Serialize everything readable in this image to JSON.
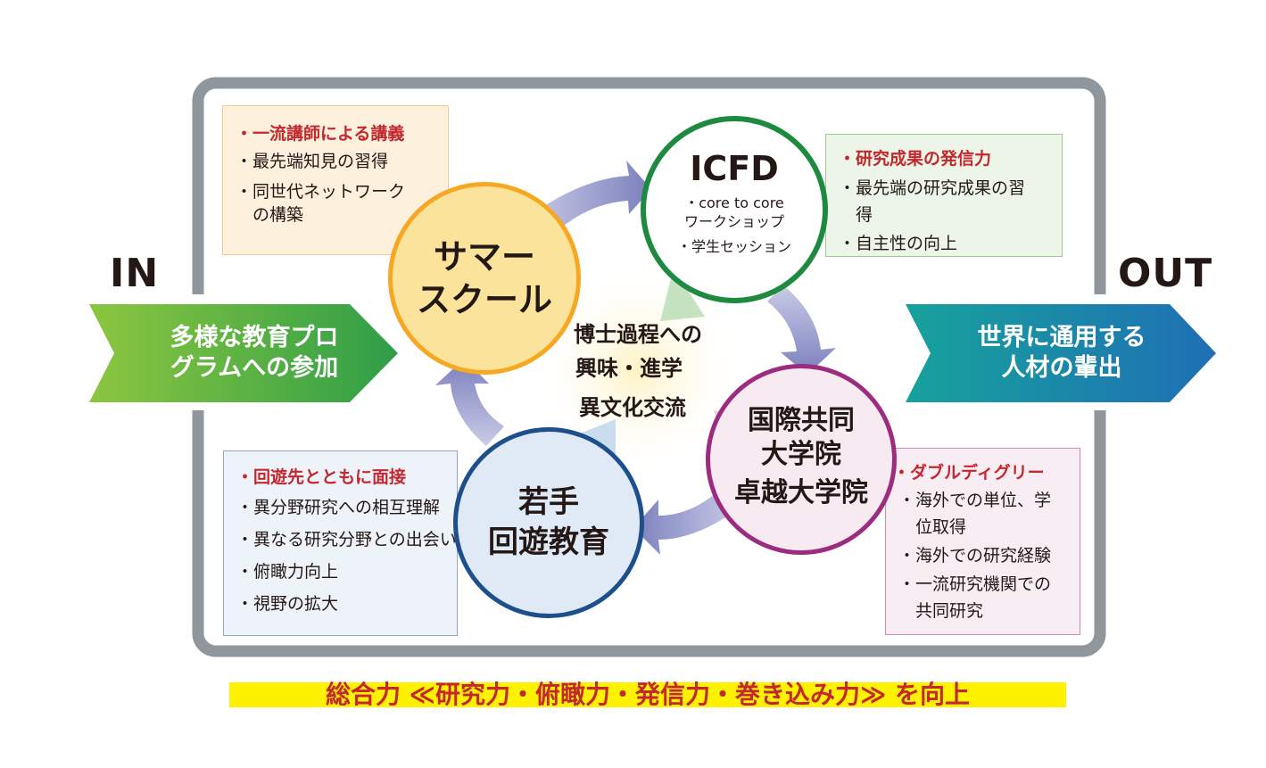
{
  "in_label": "IN",
  "out_label": "OUT",
  "in_arrow": {
    "lines": [
      "多様な教育プロ",
      "グラムへの参加"
    ]
  },
  "out_arrow": {
    "lines": [
      "世界に通用する",
      "人材の輩出"
    ]
  },
  "circles": {
    "summer": {
      "title_lines": [
        "サマー",
        "スクール"
      ]
    },
    "icfd": {
      "title": "ICFD",
      "items": [
        "・core to core",
        "ワークショップ",
        "・学生セッション"
      ]
    },
    "joint": {
      "title_lines": [
        "国際共同",
        "大学院",
        "卓越大学院"
      ]
    },
    "young": {
      "title_lines": [
        "若手",
        "回遊教育"
      ]
    }
  },
  "center": {
    "lines": [
      "博士過程への",
      "興味・進学",
      "異文化交流"
    ]
  },
  "boxes": {
    "top_left": {
      "head": "・一流講師による講義",
      "items": [
        "・最先端知見の習得",
        "・同世代ネットワーク",
        "　の構築"
      ]
    },
    "top_right": {
      "head": "・研究成果の発信力",
      "items": [
        "・最先端の研究成果の習",
        "　得",
        "・自主性の向上"
      ]
    },
    "bottom_left": {
      "head": "・回遊先とともに面接",
      "items": [
        "・異分野研究への相互理解",
        "・異なる研究分野との出会い",
        "・俯瞰力向上",
        "・視野の拡大"
      ]
    },
    "bottom_right": {
      "head": "・ダブルディグリー",
      "items": [
        "・海外での単位、学",
        "　位取得",
        "・海外での研究経験",
        "・一流研究機関での",
        "　共同研究"
      ]
    }
  },
  "bottom_text": "総合力 ≪研究力・俯瞰力・発信力・巻き込み力≫ を向上",
  "colors": {
    "frame": "#8f979d",
    "in_arrow_start": "#8cc63f",
    "in_arrow_end": "#2e9e48",
    "out_arrow_start": "#17a29c",
    "out_arrow_end": "#1f6fb5",
    "summer_fill": "#fbe39b",
    "summer_border": "#f7a823",
    "icfd_border": "#1d8a3f",
    "joint_border": "#9b2c7f",
    "young_border": "#1d4f8d",
    "cycle_arrow": "#8a8fc6",
    "heading_red": "#c3282f",
    "highlight_yellow": "#fff200"
  }
}
